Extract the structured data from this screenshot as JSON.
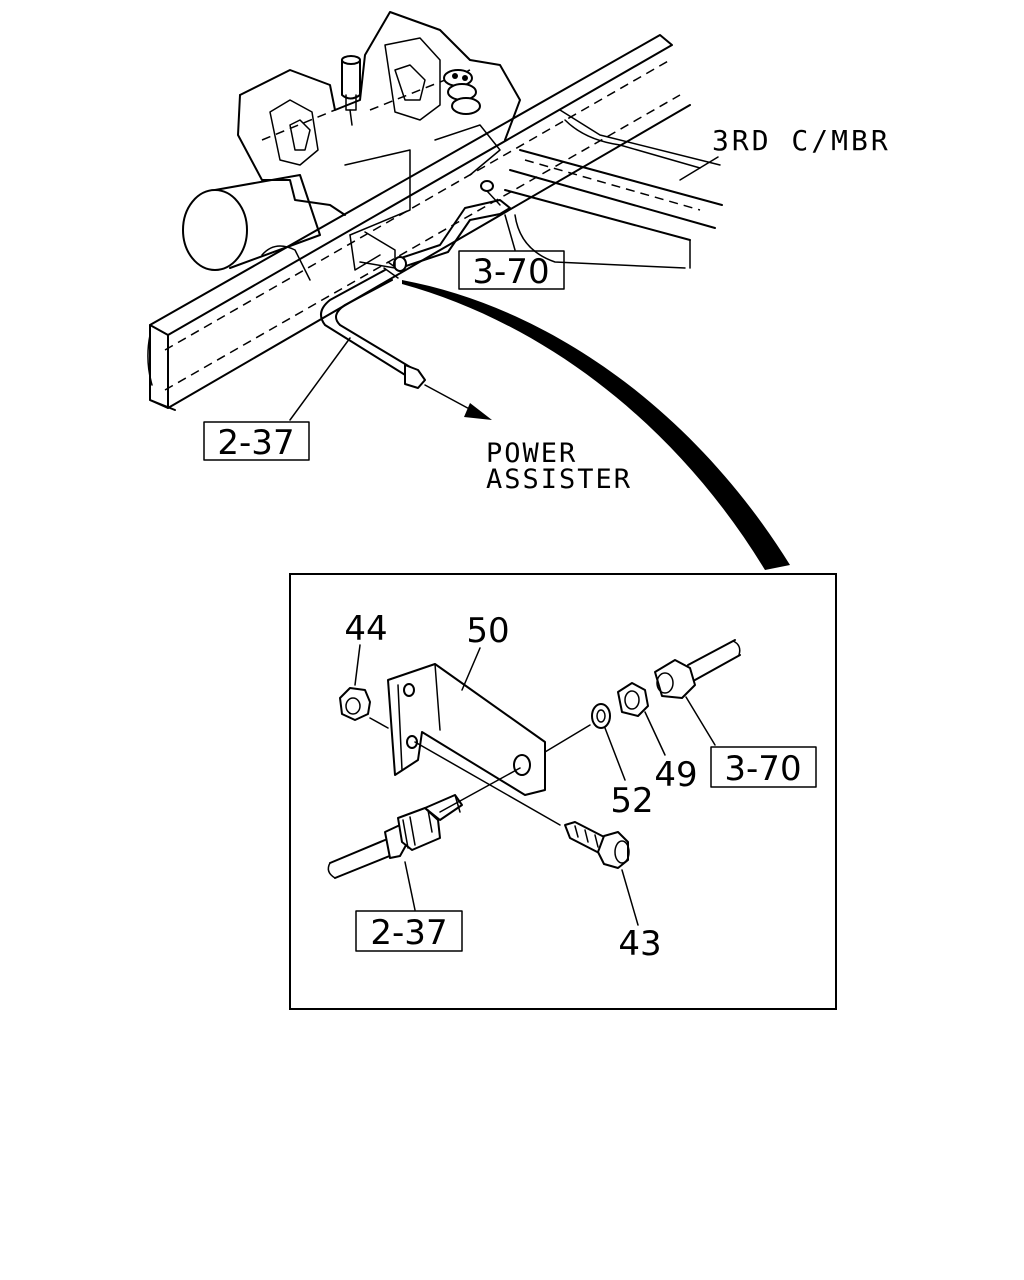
{
  "overview": {
    "member_label": "3RD C/MBR",
    "ref_upper": "3-70",
    "ref_lower": "2-37",
    "arrow_label_line1": "POWER",
    "arrow_label_line2": "ASSISTER"
  },
  "detail": {
    "callouts": {
      "nut_44": "44",
      "bracket_50": "50",
      "nut_49": "49",
      "washer_52": "52",
      "bolt_43": "43"
    },
    "ref_pipe_right": "3-70",
    "ref_pipe_left": "2-37"
  }
}
